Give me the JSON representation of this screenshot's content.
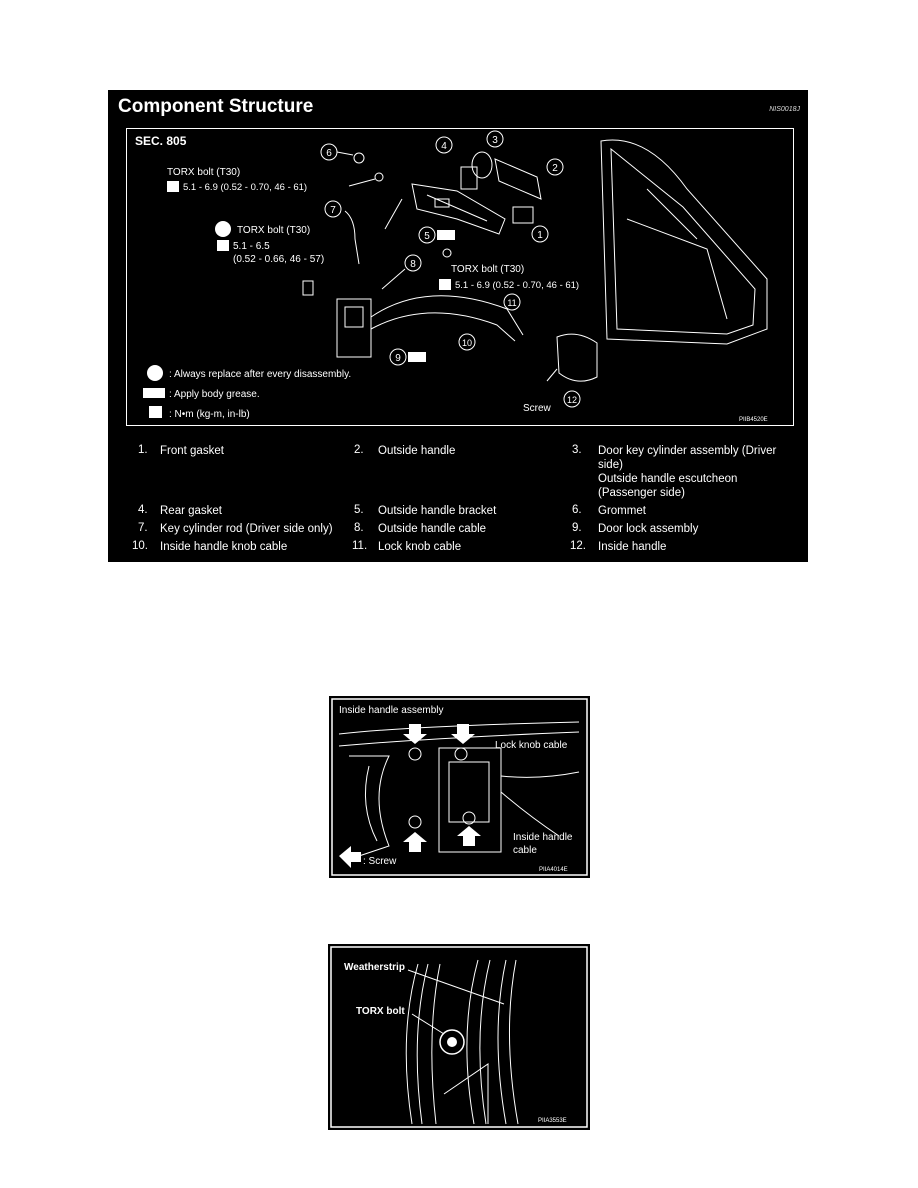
{
  "main_figure": {
    "title": "Component Structure",
    "code": "NIS0018J",
    "section": "SEC. 805",
    "callouts": {
      "bolt1_name": "TORX bolt (T30)",
      "bolt1_torque": "5.1 - 6.9 (0.52 - 0.70, 46 - 61)",
      "bolt2_name": "TORX bolt (T30)",
      "bolt2_torque_a": "5.1 - 6.5",
      "bolt2_torque_b": "(0.52 - 0.66, 46 - 57)",
      "bolt3_name": "TORX bolt (T30)",
      "bolt3_torque": "5.1 - 6.9 (0.52 - 0.70, 46 - 61)",
      "screw": "Screw",
      "part_numbers": [
        "1",
        "2",
        "3",
        "4",
        "5",
        "6",
        "7",
        "8",
        "9",
        "10",
        "11",
        "12"
      ]
    },
    "symbols_legend": [
      {
        "icon": "replace-icon",
        "text": ": Always replace after every disassembly."
      },
      {
        "icon": "grease-icon",
        "text": ": Apply body grease."
      },
      {
        "icon": "torque-icon",
        "text": ": N•m (kg-m, in-lb)"
      }
    ],
    "figure_code": "PIIB4520E",
    "parts": [
      {
        "num": "1.",
        "name": "Front gasket"
      },
      {
        "num": "2.",
        "name": "Outside handle"
      },
      {
        "num": "3.",
        "name": "Door key cylinder assembly (Driver side)\nOutside handle escutcheon (Passenger side)"
      },
      {
        "num": "4.",
        "name": "Rear gasket"
      },
      {
        "num": "5.",
        "name": "Outside handle bracket"
      },
      {
        "num": "6.",
        "name": "Grommet"
      },
      {
        "num": "7.",
        "name": "Key cylinder rod (Driver side only)"
      },
      {
        "num": "8.",
        "name": "Outside handle cable"
      },
      {
        "num": "9.",
        "name": "Door lock assembly"
      },
      {
        "num": "10.",
        "name": "Inside handle knob cable"
      },
      {
        "num": "11.",
        "name": "Lock knob cable"
      },
      {
        "num": "12.",
        "name": "Inside handle"
      }
    ]
  },
  "figure2": {
    "labels": {
      "assembly": "Inside handle assembly",
      "lock_cable": "Lock knob cable",
      "handle_cable_a": "Inside handle",
      "handle_cable_b": "cable",
      "screw": ": Screw"
    },
    "code": "PIIA4014E"
  },
  "figure3": {
    "labels": {
      "weatherstrip": "Weatherstrip",
      "bolt": "TORX bolt"
    },
    "code": "PIIA3553E"
  }
}
